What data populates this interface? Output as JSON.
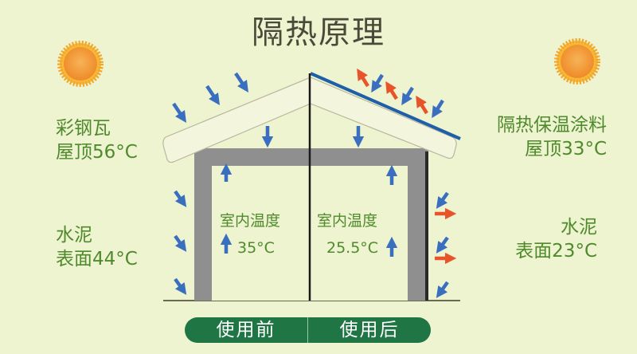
{
  "title": "隔热原理",
  "left": {
    "roof_label_line1": "彩钢瓦",
    "roof_label_line2": "屋顶56°C",
    "wall_label_line1": "水泥",
    "wall_label_line2": "表面44°C",
    "room_label": "室内温度",
    "room_temp": "35°C"
  },
  "right": {
    "roof_label_line1": "隔热保温涂料",
    "roof_label_line2": "屋顶33°C",
    "wall_label_line1": "水泥",
    "wall_label_line2": "表面23°C",
    "room_label": "室内温度",
    "room_temp": "25.5°C"
  },
  "buttons": {
    "before": "使用前",
    "after": "使用后"
  },
  "colors": {
    "background": "#eef3d0",
    "label_green": "#4f8a2c",
    "heat_in_arrow": "#3a6fc0",
    "heat_out_arrow": "#e8542a",
    "coating_line": "#1e5fa8",
    "wall_gray": "#8f8f8f",
    "button_green": "#1f7544",
    "sun_orange": "#f29a2e"
  }
}
